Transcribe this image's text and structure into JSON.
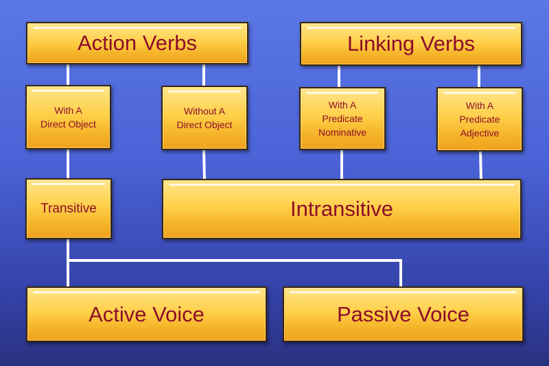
{
  "nodes": {
    "action_verbs": "Action Verbs",
    "linking_verbs": "Linking Verbs",
    "with_direct_object": "With A\nDirect Object",
    "without_direct_object": "Without A\nDirect Object",
    "with_predicate_nominative": "With A\nPredicate\nNominative",
    "with_predicate_adjective": "With A\nPredicate\nAdjective",
    "transitive": "Transitive",
    "intransitive": "Intransitive",
    "active_voice": "Active Voice",
    "passive_voice": "Passive Voice"
  },
  "colors": {
    "background_top": "#5b78e6",
    "background_bottom": "#2a3180",
    "node_fill": "#ffd04a",
    "node_border": "#3a2608",
    "text": "#8c0d2a",
    "connector": "#ffffff"
  }
}
